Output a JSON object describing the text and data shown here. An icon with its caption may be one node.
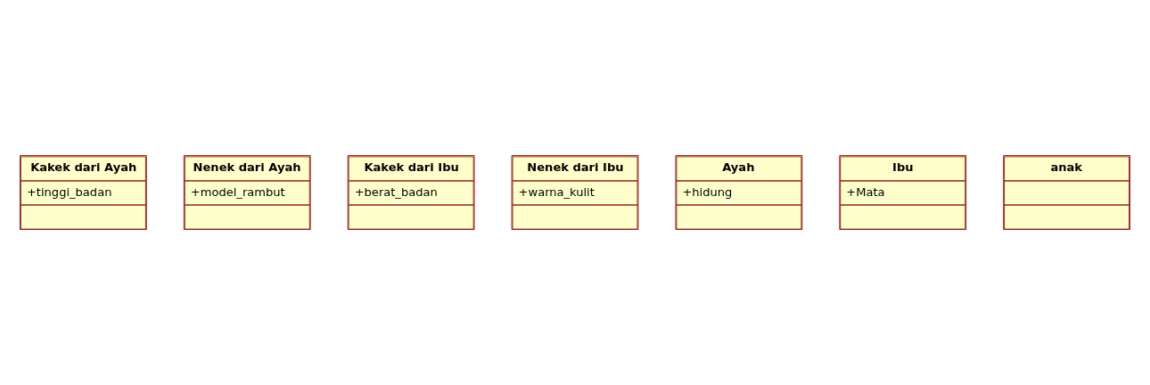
{
  "diagram": {
    "nodes": [
      {
        "text": [
          "Kakek dari Ayah",
          "+tinggi_badan"
        ]
      },
      {
        "text": [
          "Nenek dari Ayah",
          "+model_rambut"
        ]
      },
      {
        "text": [
          "Kakek dari Ibu",
          "+berat_badan"
        ]
      },
      {
        "text": [
          "Nenek dari Ibu",
          "+warna_kulit"
        ]
      },
      {
        "text": [
          "Ayah",
          "+hidung"
        ]
      },
      {
        "text": [
          "Ibu",
          "+Mata"
        ]
      },
      {
        "text": [
          "anak"
        ]
      }
    ],
    "edges": []
  }
}
